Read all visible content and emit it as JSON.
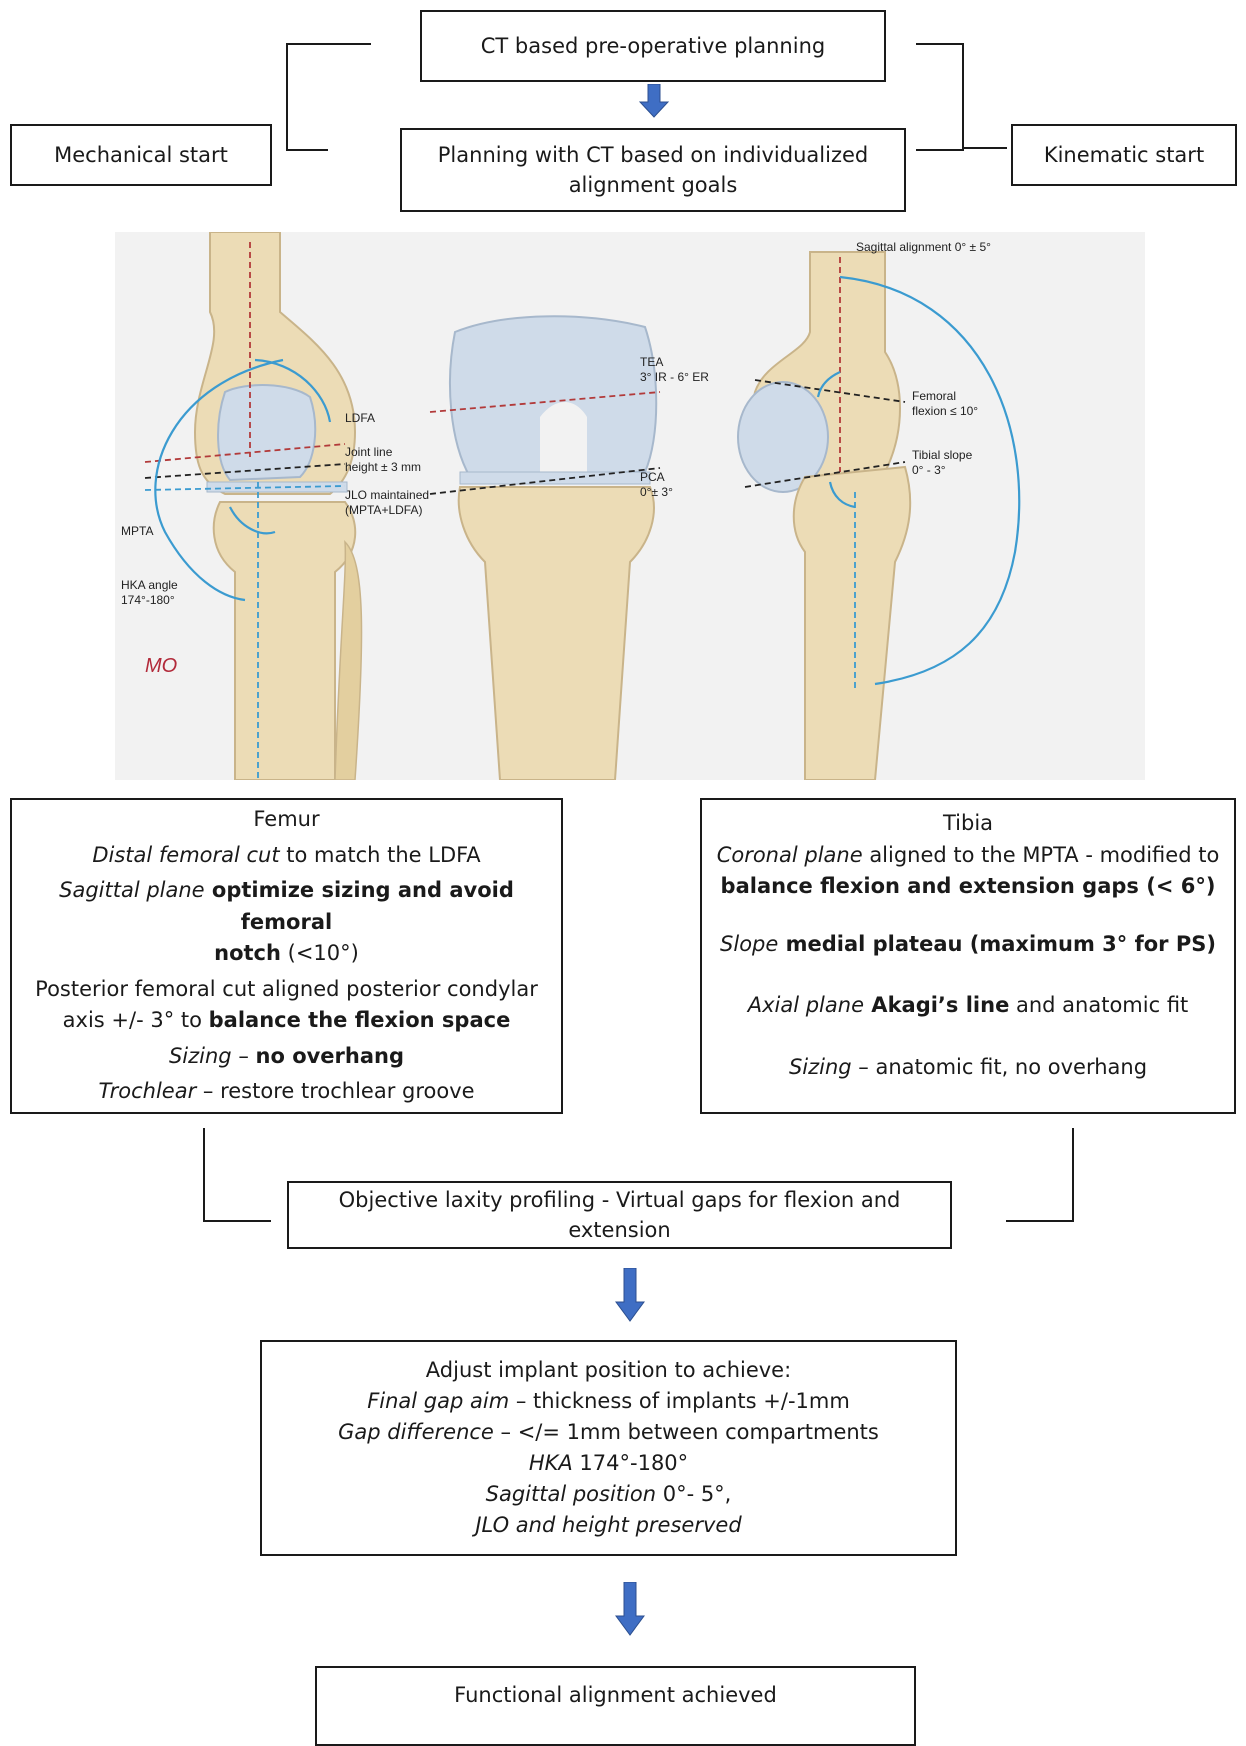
{
  "top_box": "CT based pre-operative planning",
  "mechanical_start": "Mechanical start",
  "kinematic_start": "Kinematic start",
  "planning_box": [
    "Planning with CT based on individualized",
    "alignment goals"
  ],
  "figure_labels": {
    "sagittal_alignment": "Sagittal alignment 0° ± 5°",
    "ldfa": "LDFA",
    "joint_line": [
      "Joint line",
      "height ± 3 mm"
    ],
    "jlo": [
      "JLO maintained",
      "(MPTA+LDFA)"
    ],
    "mpta": "MPTA",
    "hka": [
      "HKA angle",
      "174°-180°"
    ],
    "tea": [
      "TEA",
      "3° IR - 6° ER"
    ],
    "pca": [
      "PCA",
      "0°± 3°"
    ],
    "femoral_flexion": [
      "Femoral",
      "flexion ≤ 10°"
    ],
    "tibial_slope": [
      "Tibial slope",
      "0° - 3°"
    ],
    "signature": "MO"
  },
  "femur_box": {
    "title": "Femur",
    "l1_it": "Distal femoral cut",
    "l1_rest": " to match the LDFA",
    "l2_it": "Sagittal plane",
    "l2_bold": " optimize sizing and avoid femoral",
    "l3_bold": "notch",
    "l3_rest": " (<10°)",
    "l4": "Posterior femoral cut aligned posterior condylar",
    "l5_rest": "axis +/- 3° to ",
    "l5_bold": "balance the flexion space",
    "l6_it": "Sizing",
    "l6_dash": " – ",
    "l6_bold": "no overhang",
    "l7_it": "Trochlear",
    "l7_rest": " – restore trochlear groove"
  },
  "tibia_box": {
    "title": "Tibia",
    "l1_it": "Coronal plane",
    "l1_rest": " aligned to the MPTA  - modified to",
    "l2_bold": "balance flexion and extension gaps (< 6°)",
    "l3_it": "Slope",
    "l3_bold": " medial plateau (maximum 3° for PS)",
    "l4_it": "Axial plane",
    "l4_bold": " Akagi’s line",
    "l4_rest": " and anatomic fit",
    "l5_it": "Sizing",
    "l5_rest": " – anatomic fit, no overhang"
  },
  "laxity_box": "Objective laxity profiling - Virtual gaps for flexion and extension",
  "adjust_box": {
    "l1": "Adjust implant position to achieve:",
    "l2_it": "Final gap aim",
    "l2_rest": " – thickness of implants +/-1mm",
    "l3_it": "Gap difference",
    "l3_rest": " – </= 1mm between compartments",
    "l4_it": "HKA",
    "l4_rest": " 174°-180°",
    "l5_it": "Sagittal position",
    "l5_rest": " 0°- 5°,",
    "l6_it": "JLO and height preserved"
  },
  "final_box": "Functional alignment achieved",
  "colors": {
    "arrow": "#3f6ec4",
    "arrow_stroke": "#2c4f8f",
    "bone": "#ecdcb6",
    "implant": "#cfdbe9",
    "axis_blue": "#3b9bd0",
    "line_red": "#b23a3a"
  }
}
